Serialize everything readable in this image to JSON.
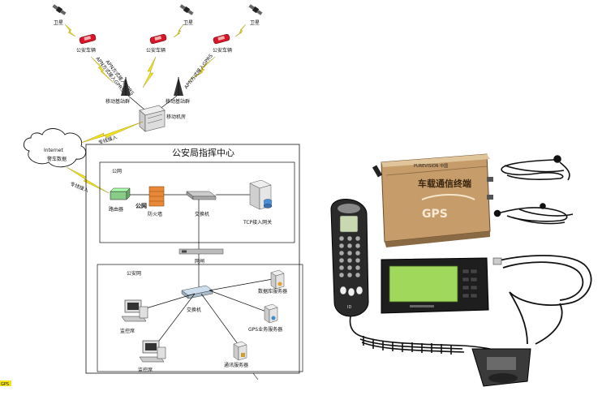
{
  "network": {
    "satellites": [
      "卫星",
      "卫星",
      "卫星"
    ],
    "vehicles": [
      "公安车辆",
      "公安车辆",
      "公安车辆"
    ],
    "apn_left_a": "APN方式接入GPRS",
    "apn_left_b": "APN方式接入GPRS",
    "apn_right": "APN方式接入GPRS",
    "base_left": "移动基站群",
    "base_right": "移动基站群",
    "mobile_room": "移动机房",
    "internet": "Internet",
    "police_data": "警车数据",
    "leased_line_1": "专线接入",
    "leased_line_2": "专线接入"
  },
  "command_center": {
    "title": "公安局指挥中心",
    "public_net": {
      "label": "公网",
      "router": "路由器",
      "firewall_tag": "公网",
      "firewall": "防火墙",
      "switch": "交换机",
      "gateway": "TCP接入网关"
    },
    "gate": "网闸",
    "police_net": {
      "label": "公安网",
      "switch": "交换机",
      "db_server": "数据库服务器",
      "gps_server": "GPS业务服务器",
      "comm_server": "通讯服务器",
      "console_1": "监控席",
      "console_2": "监控席"
    }
  },
  "corner_tag": "GPS",
  "device": {
    "unit_brand": "PUREVISION 中国",
    "unit_title": "车载通信终端",
    "unit_logo": "GPS",
    "handset_brand": "ID"
  },
  "colors": {
    "car": "#d8162a",
    "bolt": "#f1e21b",
    "gold": "#c8a070",
    "screen": "#9fd85a"
  }
}
